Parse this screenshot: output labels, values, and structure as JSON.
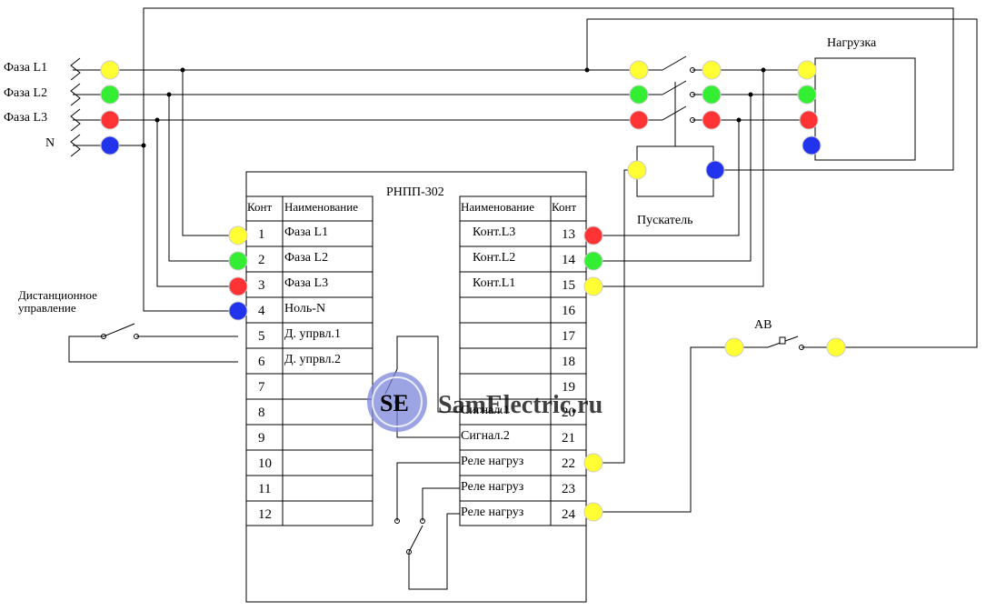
{
  "colors": {
    "yellow": "#ffff33",
    "green": "#33ee33",
    "red": "#ff3333",
    "blue": "#2233ee",
    "watermark": "#7b86d9"
  },
  "inputs": [
    {
      "label": "Фаза L1",
      "color": "yellow"
    },
    {
      "label": "Фаза L2",
      "color": "green"
    },
    {
      "label": "Фаза L3",
      "color": "red"
    },
    {
      "label": "N",
      "color": "blue"
    }
  ],
  "load_label": "Нагрузка",
  "starter_label": "Пускатель",
  "breaker_label": "АВ",
  "remote_label_1": "Дистанционное",
  "remote_label_2": "управление",
  "device": {
    "title": "РНПП-302",
    "left_headers": {
      "contact": "Конт",
      "name": "Наименование"
    },
    "right_headers": {
      "name": "Наименование",
      "contact": "Конт"
    },
    "left_rows": [
      {
        "num": "1",
        "name": "Фаза L1"
      },
      {
        "num": "2",
        "name": "Фаза L2"
      },
      {
        "num": "3",
        "name": "Фаза L3"
      },
      {
        "num": "4",
        "name": "Ноль-N"
      },
      {
        "num": "5",
        "name": "Д. упрвл.1"
      },
      {
        "num": "6",
        "name": "Д. упрвл.2"
      },
      {
        "num": "7",
        "name": ""
      },
      {
        "num": "8",
        "name": ""
      },
      {
        "num": "9",
        "name": ""
      },
      {
        "num": "10",
        "name": ""
      },
      {
        "num": "11",
        "name": ""
      },
      {
        "num": "12",
        "name": ""
      }
    ],
    "right_rows": [
      {
        "num": "13",
        "name": "Конт.L3"
      },
      {
        "num": "14",
        "name": "Конт.L2"
      },
      {
        "num": "15",
        "name": "Конт.L1"
      },
      {
        "num": "16",
        "name": ""
      },
      {
        "num": "17",
        "name": ""
      },
      {
        "num": "18",
        "name": ""
      },
      {
        "num": "19",
        "name": ""
      },
      {
        "num": "20",
        "name": "Сигнал.1"
      },
      {
        "num": "21",
        "name": "Сигнал.2"
      },
      {
        "num": "22",
        "name": "Реле нагруз"
      },
      {
        "num": "23",
        "name": "Реле нагруз"
      },
      {
        "num": "24",
        "name": "Реле нагруз"
      }
    ]
  },
  "watermark": {
    "logo": "SE",
    "text": "SamElectric.ru"
  }
}
